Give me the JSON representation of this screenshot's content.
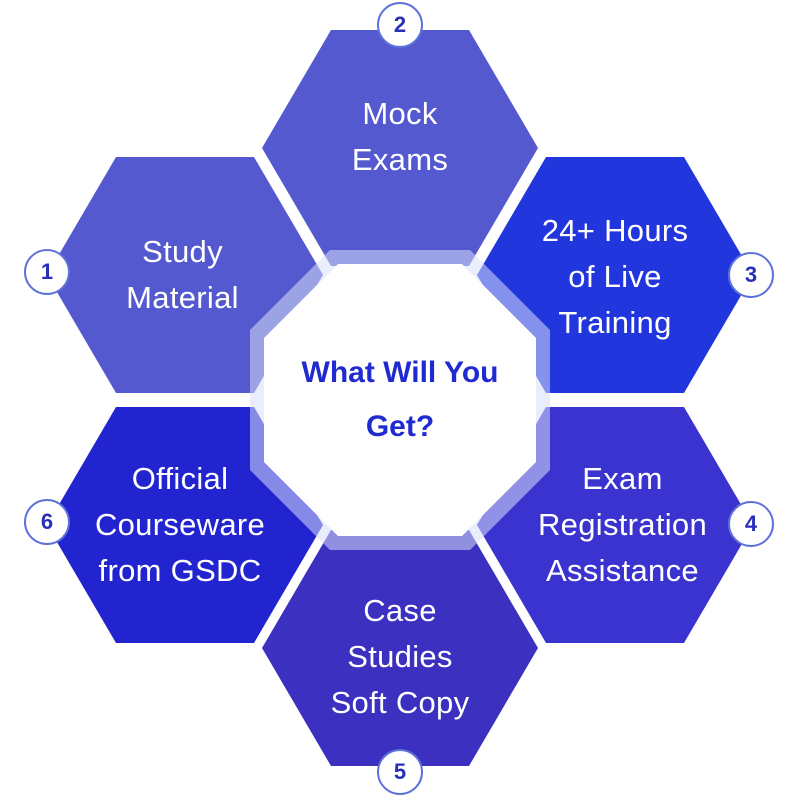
{
  "center": {
    "title": "What Will You\nGet?"
  },
  "items": [
    {
      "number": "1",
      "label": "Study\nMaterial",
      "color": "#5559cf"
    },
    {
      "number": "2",
      "label": "Mock\nExams",
      "color": "#5559cf"
    },
    {
      "number": "3",
      "label": "24+ Hours\nof Live\nTraining",
      "color": "#2236dd"
    },
    {
      "number": "4",
      "label": "Exam\nRegistration\nAssistance",
      "color": "#3a33d0"
    },
    {
      "number": "5",
      "label": "Case\nStudies\nSoft Copy",
      "color": "#3b30c0"
    },
    {
      "number": "6",
      "label": "Official\nCourseware\nfrom GSDC",
      "color": "#2224cf"
    }
  ],
  "colors": {
    "badge_text": "#2a2fb8",
    "badge_border": "#5d72d8",
    "center_text": "#1f2ad0"
  }
}
